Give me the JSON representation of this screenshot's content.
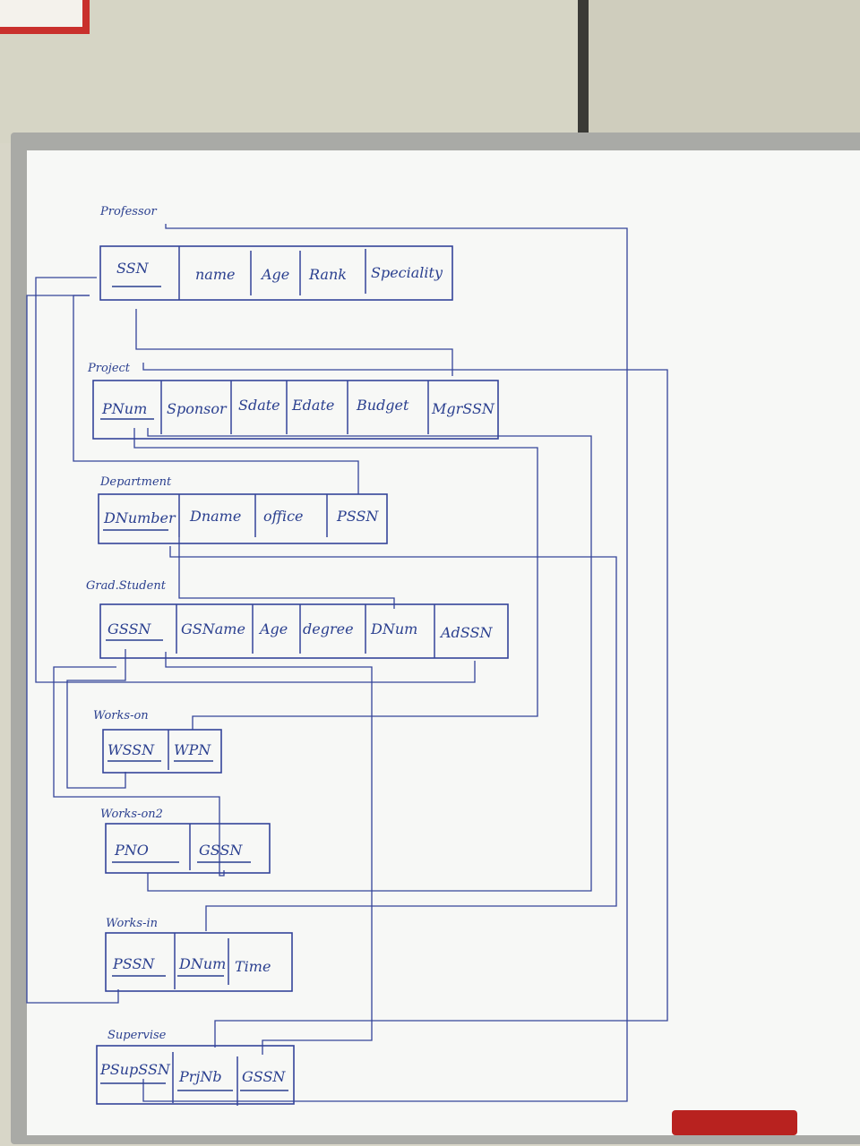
{
  "tables": [
    {
      "name": "Professor",
      "fields": [
        "SSN",
        "name",
        "Age",
        "Rank",
        "Speciality"
      ]
    },
    {
      "name": "Project",
      "fields": [
        "PNum",
        "Sponsor",
        "Sdate",
        "Edate",
        "Budget",
        "MgrSSN"
      ]
    },
    {
      "name": "Department",
      "fields": [
        "DNumber",
        "Dname",
        "office",
        "PSSN"
      ]
    },
    {
      "name": "Grad.Student",
      "fields": [
        "GSSN",
        "GSName",
        "Age",
        "degree",
        "DNum",
        "AdSSN"
      ]
    },
    {
      "name": "Works-on",
      "fields": [
        "WSSN",
        "WPN"
      ]
    },
    {
      "name": "Works-on2",
      "fields": [
        "PNO",
        "GSSN"
      ]
    },
    {
      "name": "Works-in",
      "fields": [
        "PSSN",
        "DNum",
        "Time"
      ]
    },
    {
      "name": "Supervise",
      "fields": [
        "PSupSSN",
        "PrjNb",
        "GSSN"
      ]
    }
  ]
}
